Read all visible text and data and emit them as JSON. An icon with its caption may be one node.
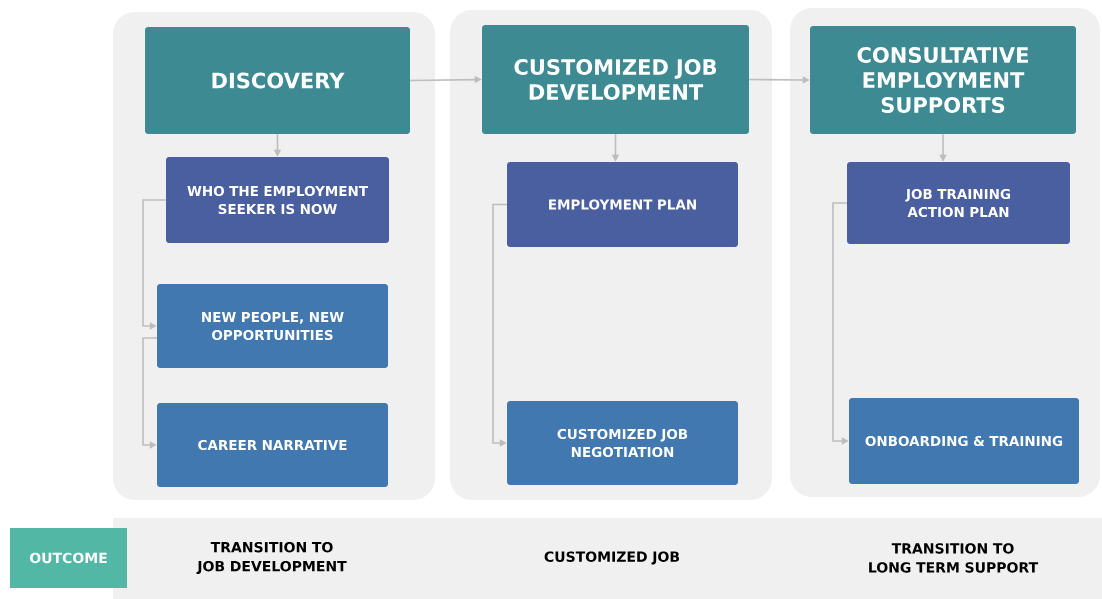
{
  "diagram": {
    "nodes": [
      {
        "text": [],
        "shape": "box"
      },
      {
        "text": [
          "DISCOVERY"
        ],
        "in": 0
      },
      {
        "text": [
          "WHO THE EMPLOYMENT SEEKER IS NOW"
        ],
        "in": 0
      },
      {
        "text": [
          "NEW PEOPLE, NEW OPPORTUNITIES"
        ],
        "in": 0
      },
      {
        "text": [
          "CAREER NARRATIVE"
        ],
        "in": 0
      },
      {
        "text": [],
        "shape": "box"
      },
      {
        "text": [
          "CUSTOMIZED JOB DEVELOPMENT"
        ],
        "in": 5
      },
      {
        "text": [
          "EMPLOYMENT PLAN"
        ],
        "in": 5
      },
      {
        "text": [
          "CUSTOMIZED JOB NEGOTIATION"
        ],
        "in": 5
      },
      {
        "text": [],
        "shape": "box"
      },
      {
        "text": [
          "CONSULTATIVE EMPLOYMENT SUPPORTS"
        ],
        "in": 9
      },
      {
        "text": [
          "JOB TRAINING ACTION PLAN"
        ],
        "in": 9
      },
      {
        "text": [
          "ONBOARDING & TRAINING"
        ],
        "in": 9
      },
      {
        "text": [
          "OUTCOME"
        ]
      }
    ],
    "edges": [
      {
        "from": 1,
        "to": 6,
        "arrow": "to"
      },
      {
        "from": 6,
        "to": 10,
        "arrow": "to"
      },
      {
        "from": 1,
        "to": 2,
        "arrow": "to"
      },
      {
        "from": 2,
        "to": 3,
        "arrow": "to"
      },
      {
        "from": 3,
        "to": 4,
        "arrow": "to"
      },
      {
        "from": 6,
        "to": 7,
        "arrow": "to"
      },
      {
        "from": 7,
        "to": 8,
        "arrow": "to"
      },
      {
        "from": 10,
        "to": 11,
        "arrow": "to"
      },
      {
        "from": 11,
        "to": 12,
        "arrow": "to"
      }
    ],
    "labels": [
      "TRANSITION TO JOB DEVELOPMENT",
      "CUSTOMIZED JOB",
      "TRANSITION TO LONG TERM SUPPORT"
    ]
  }
}
